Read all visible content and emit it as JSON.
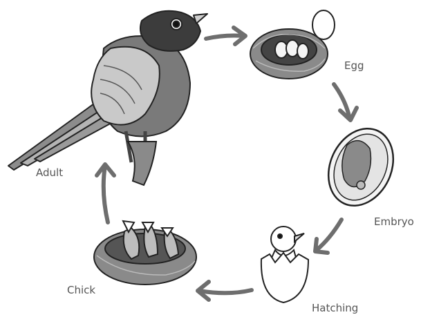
{
  "diagram": {
    "stages": {
      "egg": "Egg",
      "embryo": "Embryo",
      "hatching": "Hatching",
      "chick": "Chick",
      "adult": "Adult"
    }
  },
  "colors": {
    "arrow": "#6e6e6e",
    "outline": "#222222",
    "body_dark": "#707070",
    "body_light": "#d8d8d8",
    "nest": "#8a8a8a",
    "label": "#555555"
  }
}
